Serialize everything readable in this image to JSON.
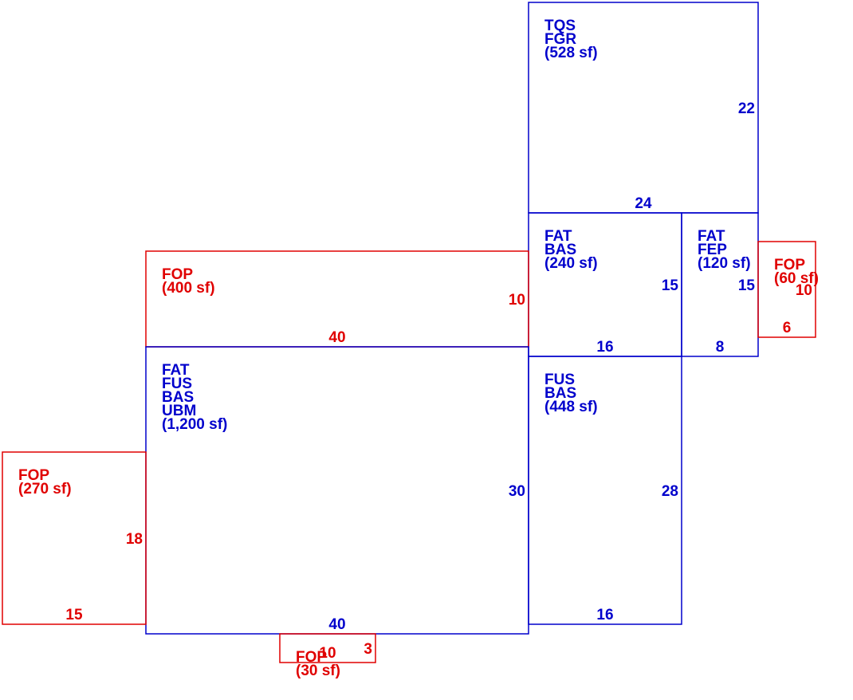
{
  "colors": {
    "living": "#0000cc",
    "porch": "#e00000",
    "background": "#ffffff"
  },
  "sections": [
    {
      "id": "garage",
      "kind": "living",
      "labels": [
        "TQS",
        "FGR",
        "(528 sf)"
      ],
      "width": "24",
      "depth": "22"
    },
    {
      "id": "fat-bas-240",
      "kind": "living",
      "labels": [
        "FAT",
        "BAS",
        "(240 sf)"
      ],
      "width": "16",
      "depth": "15"
    },
    {
      "id": "fat-fep-120",
      "kind": "living",
      "labels": [
        "FAT",
        "FEP",
        "(120 sf)"
      ],
      "width": "8",
      "depth": "15"
    },
    {
      "id": "fop-60",
      "kind": "porch",
      "labels": [
        "FOP",
        "(60 sf)"
      ],
      "width": "6",
      "depth": "10"
    },
    {
      "id": "fop-400",
      "kind": "porch",
      "labels": [
        "FOP",
        "(400 sf)"
      ],
      "width": "40",
      "depth": "10"
    },
    {
      "id": "main-1200",
      "kind": "living",
      "labels": [
        "FAT",
        "FUS",
        "BAS",
        "UBM",
        "(1,200 sf)"
      ],
      "width": "40",
      "depth": "30"
    },
    {
      "id": "fus-bas-448",
      "kind": "living",
      "labels": [
        "FUS",
        "BAS",
        "(448 sf)"
      ],
      "width": "16",
      "depth": "28"
    },
    {
      "id": "fop-270",
      "kind": "porch",
      "labels": [
        "FOP",
        "(270 sf)"
      ],
      "width": "15",
      "depth": "18"
    },
    {
      "id": "fop-30",
      "kind": "porch",
      "labels": [
        "FOP",
        "(30 sf)"
      ],
      "width": "10",
      "depth": "3"
    }
  ]
}
